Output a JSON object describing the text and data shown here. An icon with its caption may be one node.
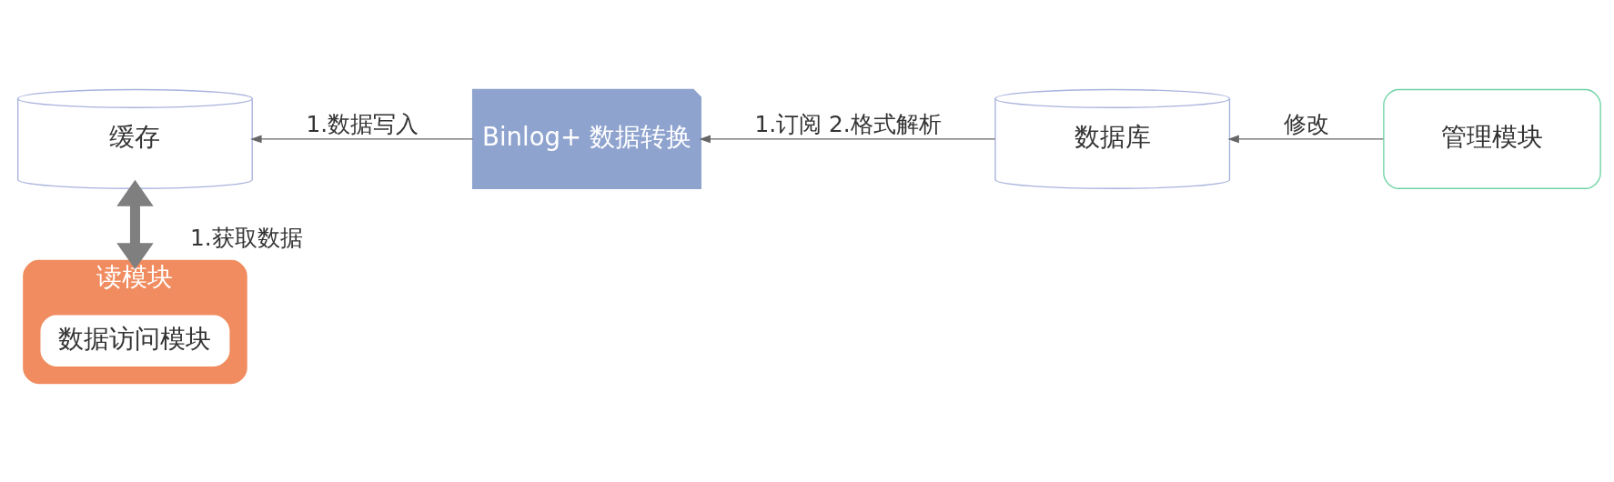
{
  "diagram": {
    "nodes": [
      {
        "text": [
          "读模块"
        ]
      },
      {
        "text": [
          "数据访问模块"
        ],
        "in": 0
      },
      {
        "text": [
          "缓存"
        ]
      },
      {
        "text": [
          "Binlog+ 数据转换"
        ]
      },
      {
        "text": [
          "数据库"
        ]
      },
      {
        "text": [
          "管理模块"
        ]
      }
    ],
    "edges": [
      {
        "from": 0,
        "to": 2,
        "arrow": "both",
        "label": "1.获取数据",
        "style": "thick",
        "color": "#7f7f7f"
      },
      {
        "from": 3,
        "to": 2,
        "arrow": "to",
        "label": "1.数据写入"
      },
      {
        "from": 4,
        "to": 3,
        "arrow": "to",
        "label": "1.订阅 2.格式解析"
      },
      {
        "from": 5,
        "to": 4,
        "arrow": "to",
        "label": "修改"
      }
    ]
  }
}
